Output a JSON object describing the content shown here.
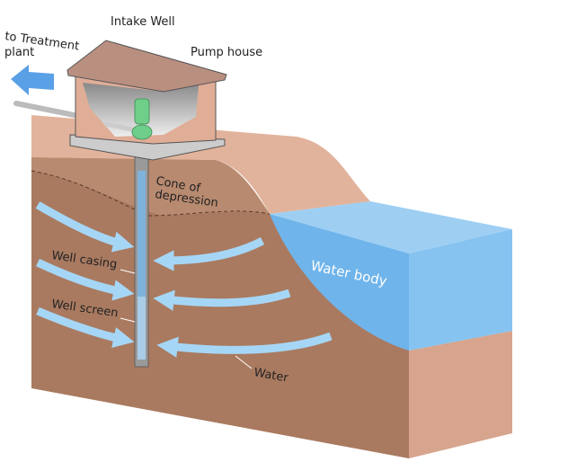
{
  "labels": {
    "intake_well": "Intake Well",
    "treatment_line1": "to Treatment",
    "treatment_line2": "plant",
    "pump_house": "Pump house",
    "cone_line1": "Cone of",
    "cone_line2": "depression",
    "well_casing": "Well casing",
    "well_screen": "Well screen",
    "water": "Water",
    "water_body": "Water body"
  },
  "colors": {
    "soil_front": "#a97a60",
    "soil_upper": "#b88a70",
    "soil_side": "#d7a48d",
    "surface": "#e2b39c",
    "water": "#6fb4ea",
    "water_top": "#93caf2",
    "flow_arrow": "#a6d6f5",
    "treatment_arrow": "#5aa0e6",
    "pump": "#6fcf8a"
  }
}
